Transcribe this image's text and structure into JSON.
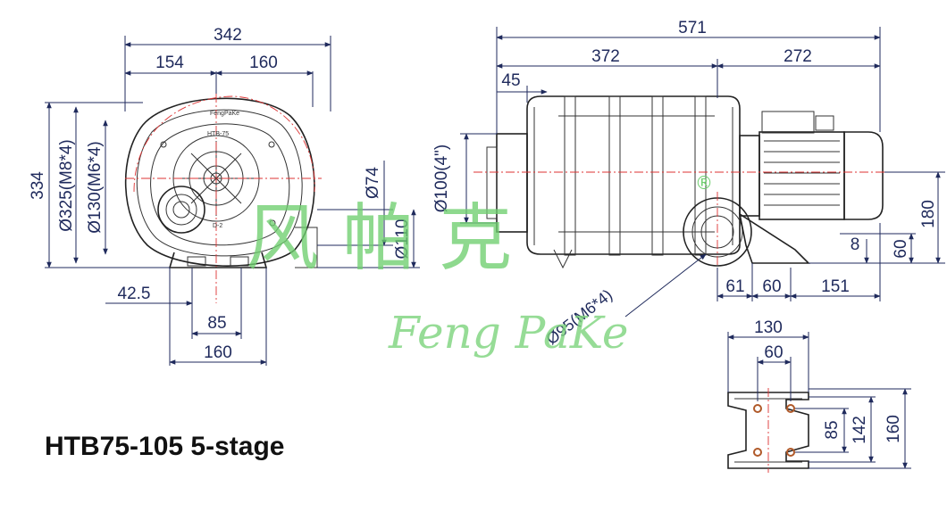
{
  "title": "HTB75-105 5-stage",
  "watermark": {
    "chinese": "风 帕 克",
    "english": "Feng PaKe",
    "registered": "®"
  },
  "nameplate": {
    "brand": "FengPaKe",
    "model": "HTB-75",
    "mark": "D-2"
  },
  "dimensions": {
    "front_width_overall": "342",
    "front_width_left": "154",
    "front_width_right": "160",
    "front_height": "334",
    "bolt_circle_outer": "Ø325(M8*4)",
    "bolt_circle_inner": "Ø130(M6*4)",
    "outlet_inner": "Ø74",
    "outlet_outer": "Ø110",
    "base_offset": "42.5",
    "base_inner": "85",
    "base_outer": "160",
    "side_length_overall": "571",
    "side_length_body": "372",
    "side_length_motor": "272",
    "inlet_offset": "45",
    "inlet_diameter": "Ø100(4\")",
    "flange_bolt": "Ø95(M6*4)",
    "foot_a": "61",
    "foot_b": "60",
    "foot_c": "151",
    "shaft_height": "180",
    "foot_height": "60",
    "foot_thickness": "8",
    "plan_width": "130",
    "plan_inner": "60",
    "plan_hole": "85",
    "plan_mid": "142",
    "plan_depth": "160"
  },
  "colors": {
    "dimension": "#1f2a5c",
    "centerline": "#dd3333",
    "watermark": "#6fcf6f"
  }
}
